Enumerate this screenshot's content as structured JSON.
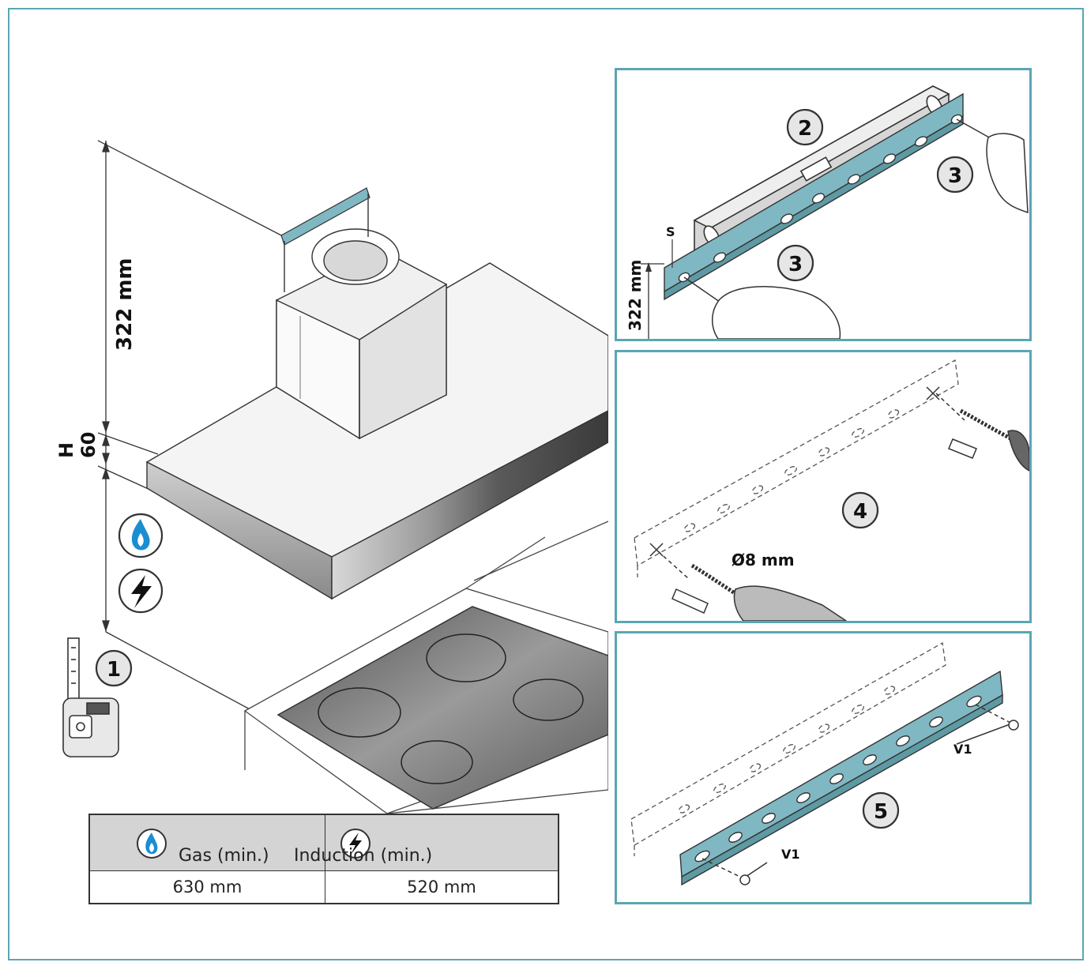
{
  "diagram": {
    "main": {
      "height_label": "322 mm",
      "h_label": "H",
      "depth_label": "60",
      "step_label": "1"
    },
    "panel_a": {
      "step_level": "2",
      "step_mark": "3",
      "s_label": "S",
      "height_label": "322 mm"
    },
    "panel_b": {
      "step_label": "4",
      "drill_label": "Ø8 mm"
    },
    "panel_c": {
      "step_label": "5",
      "screw_label": "V1"
    },
    "icons": [
      "flame-icon",
      "lightning-icon",
      "tape-measure-icon",
      "drill-icon",
      "spirit-level-icon"
    ]
  },
  "table": {
    "headers": [
      "Gas (min.)",
      "Induction (min.)"
    ],
    "values": [
      "630 mm",
      "520 mm"
    ]
  },
  "colors": {
    "frame": "#5aa6b4",
    "bracket": "#7fb8c2",
    "flame": "#1a8ed0"
  }
}
